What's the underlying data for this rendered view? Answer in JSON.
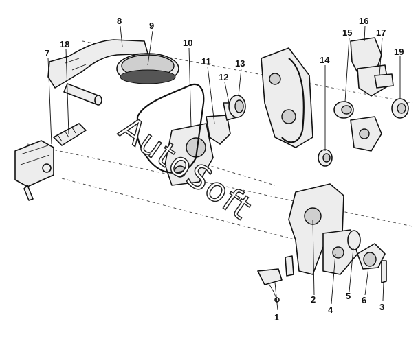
{
  "watermark": "AutoSoft",
  "callouts": [
    "1",
    "2",
    "3",
    "4",
    "5",
    "6",
    "7",
    "8",
    "9",
    "10",
    "11",
    "12",
    "13",
    "14",
    "15",
    "16",
    "17",
    "18",
    "19"
  ]
}
